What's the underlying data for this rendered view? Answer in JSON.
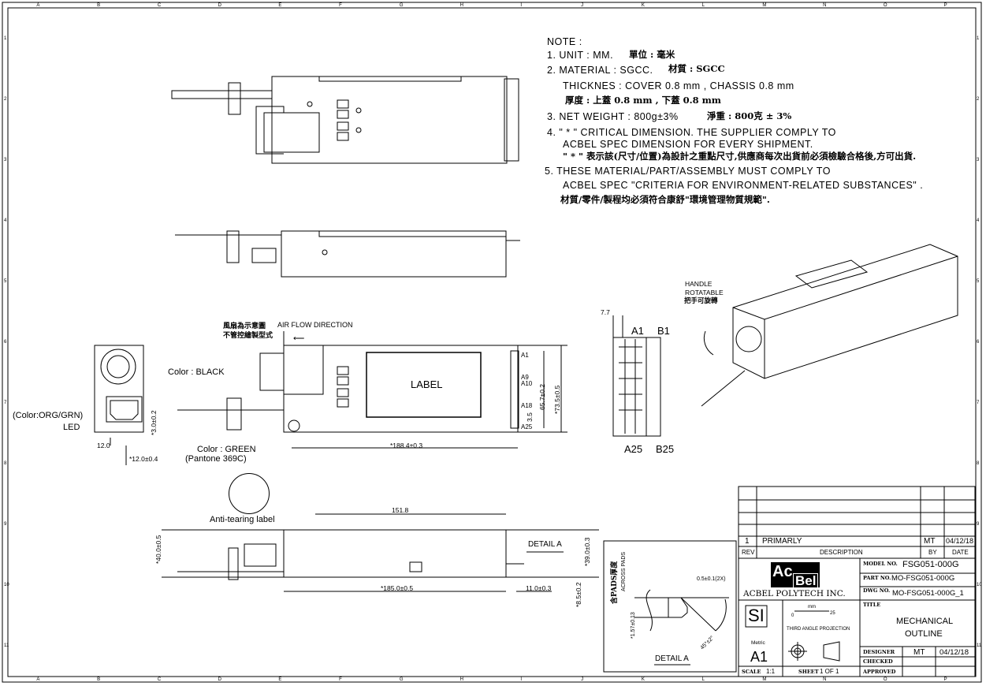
{
  "border": {
    "columns": [
      "A",
      "B",
      "C",
      "D",
      "E",
      "F",
      "G",
      "H",
      "I",
      "J",
      "K",
      "L",
      "M",
      "N",
      "O",
      "P"
    ],
    "rows": [
      "1",
      "2",
      "3",
      "4",
      "5",
      "6",
      "7",
      "8",
      "9",
      "10",
      "11"
    ]
  },
  "notes": {
    "heading": "NOTE :",
    "n1": "1. UNIT : MM.",
    "n1_cjk": "單位 : 毫米",
    "n2": "2. MATERIAL : SGCC.",
    "n2_cjk": "材質 : SGCC",
    "n2_thick": "THICKNES : COVER 0.8 mm , CHASSIS 0.8 mm",
    "n2_thick_cjk": "厚度 : 上蓋 0.8 mm , 下蓋 0.8 mm",
    "n3": "3. NET WEIGHT : 800g±3%",
    "n3_cjk": "淨重 : 800克 ± 3%",
    "n4_l1": "4. \" * \" CRITICAL DIMENSION. THE SUPPLIER COMPLY TO",
    "n4_l2": "ACBEL SPEC DIMENSION FOR EVERY SHIPMENT.",
    "n4_cjk": "\" * \" 表示該(尺寸/位置)為設計之重點尺寸,供應商每次出貨前必須檢驗合格後,方可出貨.",
    "n5_l1": "5. THESE MATERIAL/PART/ASSEMBLY MUST COMPLY TO",
    "n5_l2": "ACBEL SPEC \"CRITERIA FOR ENVIRONMENT-RELATED SUBSTANCES\" .",
    "n5_cjk": "材質/零件/製程均必須符合康舒\"環境管理物質規範\"."
  },
  "annotations": {
    "fan_note_l1": "風扇為示意圖",
    "fan_note_l2": "不管控繪製型式",
    "air_flow": "AIR FLOW DIRECTION",
    "label": "LABEL",
    "color_black": "Color : BLACK",
    "color_green": "Color : GREEN",
    "pantone": "(Pantone 369C)",
    "led_color": "(Color:ORG/GRN)",
    "led": "LED",
    "anti_tearing": "Anti-tearing label",
    "handle_l1": "HANDLE",
    "handle_l2": "ROTATABLE",
    "handle_cjk": "把手可旋轉",
    "detail_a_callout": "DETAIL A",
    "pins": {
      "a1": "A1",
      "a9": "A9",
      "a10": "A10",
      "a18": "A18",
      "a25": "A25",
      "b1": "B1",
      "b25": "B25"
    }
  },
  "dimensions": {
    "d_188": "*188.4±0.3",
    "d_65": "65.7±0.2",
    "d_73": "*73.5±0.5",
    "d_3_5": "3.5",
    "d_7_7": "7.7",
    "d_3_0": "*3.0±0.2",
    "d_12": "12.0",
    "d_12_04": "*12.0±0.4",
    "d_151": "151.8",
    "d_40": "*40.0±0.5",
    "d_185": "*185.0±0.5",
    "d_11": "11.0±0.3",
    "d_39": "*39.0±0.3",
    "d_8_5": "*8.5±0.2"
  },
  "detail_a": {
    "title": "DETAIL A",
    "pads_cjk": "含PADS厚度",
    "across_pads": "ACROSS PADS",
    "chamfer": "0.5±0.1(2X)",
    "thickness": "*1.57±0.13",
    "angle": "45°±2°"
  },
  "title_block": {
    "rev_no": "1",
    "rev_desc": "PRIMARLY",
    "rev_by": "MT",
    "rev_date": "04/12/18",
    "h_rev": "REV",
    "h_desc": "DESCRIPTION",
    "h_by": "BY",
    "h_date": "DATE",
    "logo_ac": "Ac",
    "logo_bel": "Bel",
    "company": "ACBEL POLYTECH INC.",
    "model_label": "MODEL NO.",
    "model_no": "FSG051-000G",
    "part_label": "PART NO.",
    "part_no": "MO-FSG051-000G",
    "dwg_label": "DWG NO.",
    "dwg_no": "MO-FSG051-000G_1",
    "title_label": "TITLE",
    "title_l1": "MECHANICAL",
    "title_l2": "OUTLINE",
    "si": "SI",
    "metric": "Metric",
    "size": "A1",
    "scale_unit": "mm",
    "scale_min": "0",
    "scale_max": "25",
    "projection": "THIRD ANGLE PROJECTION",
    "designer_label": "DESIGNER",
    "designer": "MT",
    "designer_date": "04/12/18",
    "checked_label": "CHECKED",
    "approved_label": "APPROVED",
    "scale_label": "SCALE",
    "scale": "1:1",
    "sheet_label": "SHEET",
    "sheet": "1 OF 1"
  }
}
